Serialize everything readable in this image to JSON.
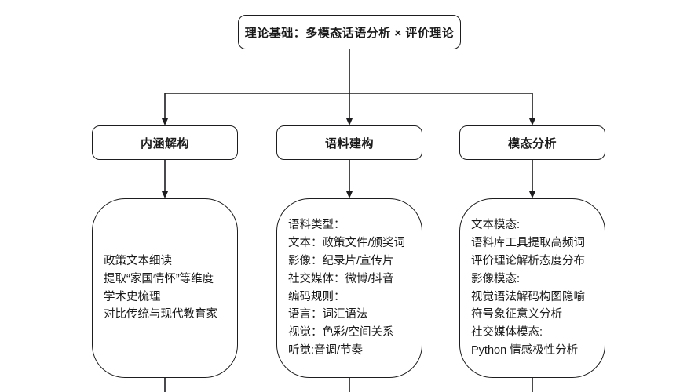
{
  "diagram": {
    "root": {
      "label": "理论基础：多模态话语分析 × 评价理论"
    },
    "branches": [
      {
        "title": "内涵解构",
        "details": [
          "政策文本细读",
          "提取“家国情怀”等维度",
          "学术史梳理",
          "对比传统与现代教育家"
        ]
      },
      {
        "title": "语料建构",
        "details": [
          "语料类型：",
          "文本：政策文件/颁奖词",
          "影像：纪录片/宣传片",
          "社交媒体：微博/抖音",
          "编码规则：",
          "语言：词汇语法",
          "视觉：色彩/空间关系",
          "听觉:音调/节奏"
        ]
      },
      {
        "title": "模态分析",
        "details": [
          "文本模态:",
          "语料库工具提取高频词",
          "评价理论解析态度分布",
          "影像模态:",
          "视觉语法解码构图隐喻",
          "符号象征意义分析",
          "社交媒体模态:",
          "Python 情感极性分析"
        ]
      }
    ],
    "colors": {
      "stroke": "#1d1d1f",
      "text": "#1a1a1a",
      "background": "#ffffff"
    }
  }
}
